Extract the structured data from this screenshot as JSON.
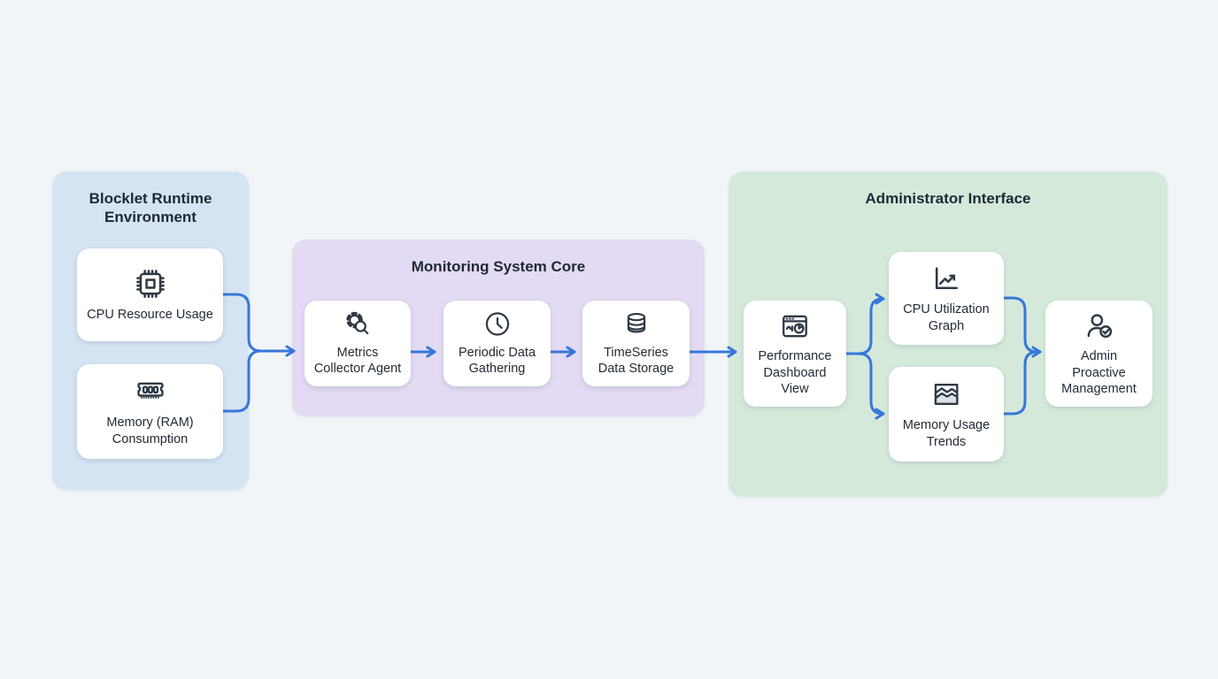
{
  "diagram": {
    "colors": {
      "page_background": "#f1f5f7",
      "runtime_group": "#d4e4f3",
      "core_group": "#e3daf3",
      "admin_group": "#d5e9db",
      "node_background": "#ffffff",
      "arrow": "#3777d9",
      "icon_stroke": "#2f3a44",
      "text": "#1e2a36"
    },
    "groups": [
      {
        "id": "runtime",
        "title": "Blocklet Runtime Environment",
        "nodes": [
          {
            "id": "cpu",
            "label": "CPU Resource Usage",
            "icon": "cpu-chip-icon"
          },
          {
            "id": "ram",
            "label": "Memory (RAM) Consumption",
            "icon": "memory-stick-icon"
          }
        ]
      },
      {
        "id": "core",
        "title": "Monitoring System Core",
        "nodes": [
          {
            "id": "metrics",
            "label": "Metrics Collector Agent",
            "icon": "gear-search-icon"
          },
          {
            "id": "periodic",
            "label": "Periodic Data Gathering",
            "icon": "clock-icon"
          },
          {
            "id": "storage",
            "label": "TimeSeries Data Storage",
            "icon": "database-icon"
          }
        ]
      },
      {
        "id": "admin",
        "title": "Administrator Interface",
        "nodes": [
          {
            "id": "dashboard",
            "label": "Performance Dashboard View",
            "icon": "dashboard-window-icon"
          },
          {
            "id": "cpugraph",
            "label": "CPU Utilization Graph",
            "icon": "line-chart-icon"
          },
          {
            "id": "memtrends",
            "label": "Memory Usage Trends",
            "icon": "area-chart-icon"
          },
          {
            "id": "adminmgmt",
            "label": "Admin Proactive Management",
            "icon": "user-check-icon"
          }
        ]
      }
    ],
    "edges": [
      {
        "from": "CPU Resource Usage",
        "to": "Metrics Collector Agent"
      },
      {
        "from": "Memory (RAM) Consumption",
        "to": "Metrics Collector Agent"
      },
      {
        "from": "Metrics Collector Agent",
        "to": "Periodic Data Gathering"
      },
      {
        "from": "Periodic Data Gathering",
        "to": "TimeSeries Data Storage"
      },
      {
        "from": "TimeSeries Data Storage",
        "to": "Performance Dashboard View"
      },
      {
        "from": "Performance Dashboard View",
        "to": "CPU Utilization Graph"
      },
      {
        "from": "Performance Dashboard View",
        "to": "Memory Usage Trends"
      },
      {
        "from": "CPU Utilization Graph",
        "to": "Admin Proactive Management"
      },
      {
        "from": "Memory Usage Trends",
        "to": "Admin Proactive Management"
      }
    ]
  }
}
